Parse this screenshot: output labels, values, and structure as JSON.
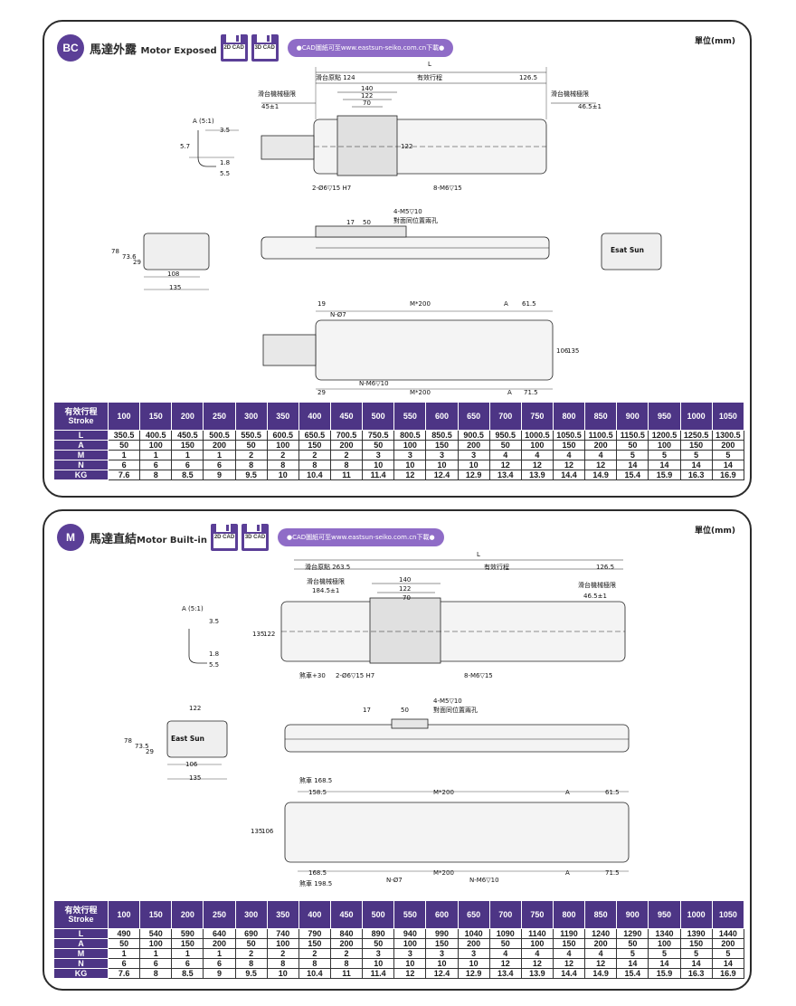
{
  "sections": [
    {
      "badge": "BC",
      "title_zh": "馬達外露",
      "title_en": "Motor Exposed",
      "cad2d": "2D CAD",
      "cad3d": "3D CAD",
      "download_note": "●CAD圖紙可至www.eastsun-seiko.com.cn下載●",
      "unit": "單位(mm)",
      "detail_label": "A (5:1)",
      "labels": {
        "L": "L",
        "origin": "滑台原點 124",
        "stroke": "有效行程",
        "r126": "126.5",
        "d140": "140",
        "d122": "122",
        "d70": "70",
        "limit_l": "滑台機械極限",
        "limit_l_val": "45±1",
        "limit_r": "滑台機械極限",
        "limit_r_val": "46.5±1",
        "h122": "122",
        "pin": "2-Ø6▽15 H7",
        "m6": "8-M6▽15",
        "a35": "3.5",
        "a57": "5.7",
        "a18": "1.8",
        "a55": "5.5",
        "m5": "4-M5▽10",
        "m5b": "對面同位置兩孔",
        "s17": "17",
        "s50": "50",
        "f78": "78",
        "f736": "73.6",
        "f29": "29",
        "f108": "108",
        "f135": "135",
        "brand": "Esat Sun",
        "b19": "19",
        "bM": "M*200",
        "bA": "A",
        "b615": "61.5",
        "bN": "N-Ø7",
        "b106": "106",
        "b135": "135",
        "b29": "29",
        "bNM": "N-M6▽10",
        "bM2": "M*200",
        "bA2": "A",
        "b715": "71.5"
      },
      "table": {
        "header": [
          "有效行程\nStroke",
          "100",
          "150",
          "200",
          "250",
          "300",
          "350",
          "400",
          "450",
          "500",
          "550",
          "600",
          "650",
          "700",
          "750",
          "800",
          "850",
          "900",
          "950",
          "1000",
          "1050"
        ],
        "rows": [
          [
            "L",
            "350.5",
            "400.5",
            "450.5",
            "500.5",
            "550.5",
            "600.5",
            "650.5",
            "700.5",
            "750.5",
            "800.5",
            "850.5",
            "900.5",
            "950.5",
            "1000.5",
            "1050.5",
            "1100.5",
            "1150.5",
            "1200.5",
            "1250.5",
            "1300.5"
          ],
          [
            "A",
            "50",
            "100",
            "150",
            "200",
            "50",
            "100",
            "150",
            "200",
            "50",
            "100",
            "150",
            "200",
            "50",
            "100",
            "150",
            "200",
            "50",
            "100",
            "150",
            "200"
          ],
          [
            "M",
            "1",
            "1",
            "1",
            "1",
            "2",
            "2",
            "2",
            "2",
            "3",
            "3",
            "3",
            "3",
            "4",
            "4",
            "4",
            "4",
            "5",
            "5",
            "5",
            "5"
          ],
          [
            "N",
            "6",
            "6",
            "6",
            "6",
            "8",
            "8",
            "8",
            "8",
            "10",
            "10",
            "10",
            "10",
            "12",
            "12",
            "12",
            "12",
            "14",
            "14",
            "14",
            "14"
          ],
          [
            "KG",
            "7.6",
            "8",
            "8.5",
            "9",
            "9.5",
            "10",
            "10.4",
            "11",
            "11.4",
            "12",
            "12.4",
            "12.9",
            "13.4",
            "13.9",
            "14.4",
            "14.9",
            "15.4",
            "15.9",
            "16.3",
            "16.9"
          ]
        ]
      }
    },
    {
      "badge": "M",
      "title_zh": "馬達直結",
      "title_en": "Motor Built-in",
      "cad2d": "2D CAD",
      "cad3d": "3D CAD",
      "download_note": "●CAD圖紙可至www.eastsun-seiko.com.cn下載●",
      "unit": "單位(mm)",
      "detail_label": "A (5:1)",
      "labels": {
        "L": "L",
        "origin": "滑台原點 263.5",
        "stroke": "有效行程",
        "r126": "126.5",
        "d140": "140",
        "d122": "122",
        "d70": "70",
        "limit_l": "滑台機械極限",
        "limit_l_val": "184.5±1",
        "limit_r": "滑台機械極限",
        "limit_r_val": "46.5±1",
        "h135": "135",
        "h122": "122",
        "brake": "煞車+30",
        "pin": "2-Ø6▽15 H7",
        "m6": "8-M6▽15",
        "a35": "3.5",
        "a18": "1.8",
        "a55": "5.5",
        "m5": "4-M5▽10",
        "m5b": "對面同位置兩孔",
        "s17": "17",
        "s50": "50",
        "f122": "122",
        "f78": "78",
        "f735": "73.5",
        "f29": "29",
        "f106": "106",
        "f135": "135",
        "brand": "East Sun",
        "brk1": "煞車 168.5",
        "b1585": "158.5",
        "bM": "M*200",
        "bA": "A",
        "b615": "61.5",
        "b135": "135",
        "b106": "106",
        "b1685": "168.5",
        "bM2": "M*200",
        "bA2": "A",
        "b715": "71.5",
        "brk2": "煞車 198.5",
        "bN": "N-Ø7",
        "bNM": "N-M6▽10"
      },
      "table": {
        "header": [
          "有效行程\nStroke",
          "100",
          "150",
          "200",
          "250",
          "300",
          "350",
          "400",
          "450",
          "500",
          "550",
          "600",
          "650",
          "700",
          "750",
          "800",
          "850",
          "900",
          "950",
          "1000",
          "1050"
        ],
        "rows": [
          [
            "L",
            "490",
            "540",
            "590",
            "640",
            "690",
            "740",
            "790",
            "840",
            "890",
            "940",
            "990",
            "1040",
            "1090",
            "1140",
            "1190",
            "1240",
            "1290",
            "1340",
            "1390",
            "1440"
          ],
          [
            "A",
            "50",
            "100",
            "150",
            "200",
            "50",
            "100",
            "150",
            "200",
            "50",
            "100",
            "150",
            "200",
            "50",
            "100",
            "150",
            "200",
            "50",
            "100",
            "150",
            "200"
          ],
          [
            "M",
            "1",
            "1",
            "1",
            "1",
            "2",
            "2",
            "2",
            "2",
            "3",
            "3",
            "3",
            "3",
            "4",
            "4",
            "4",
            "4",
            "5",
            "5",
            "5",
            "5"
          ],
          [
            "N",
            "6",
            "6",
            "6",
            "6",
            "8",
            "8",
            "8",
            "8",
            "10",
            "10",
            "10",
            "10",
            "12",
            "12",
            "12",
            "12",
            "14",
            "14",
            "14",
            "14"
          ],
          [
            "KG",
            "7.6",
            "8",
            "8.5",
            "9",
            "9.5",
            "10",
            "10.4",
            "11",
            "11.4",
            "12",
            "12.4",
            "12.9",
            "13.4",
            "13.9",
            "14.4",
            "14.9",
            "15.4",
            "15.9",
            "16.3",
            "16.9"
          ]
        ]
      }
    }
  ]
}
